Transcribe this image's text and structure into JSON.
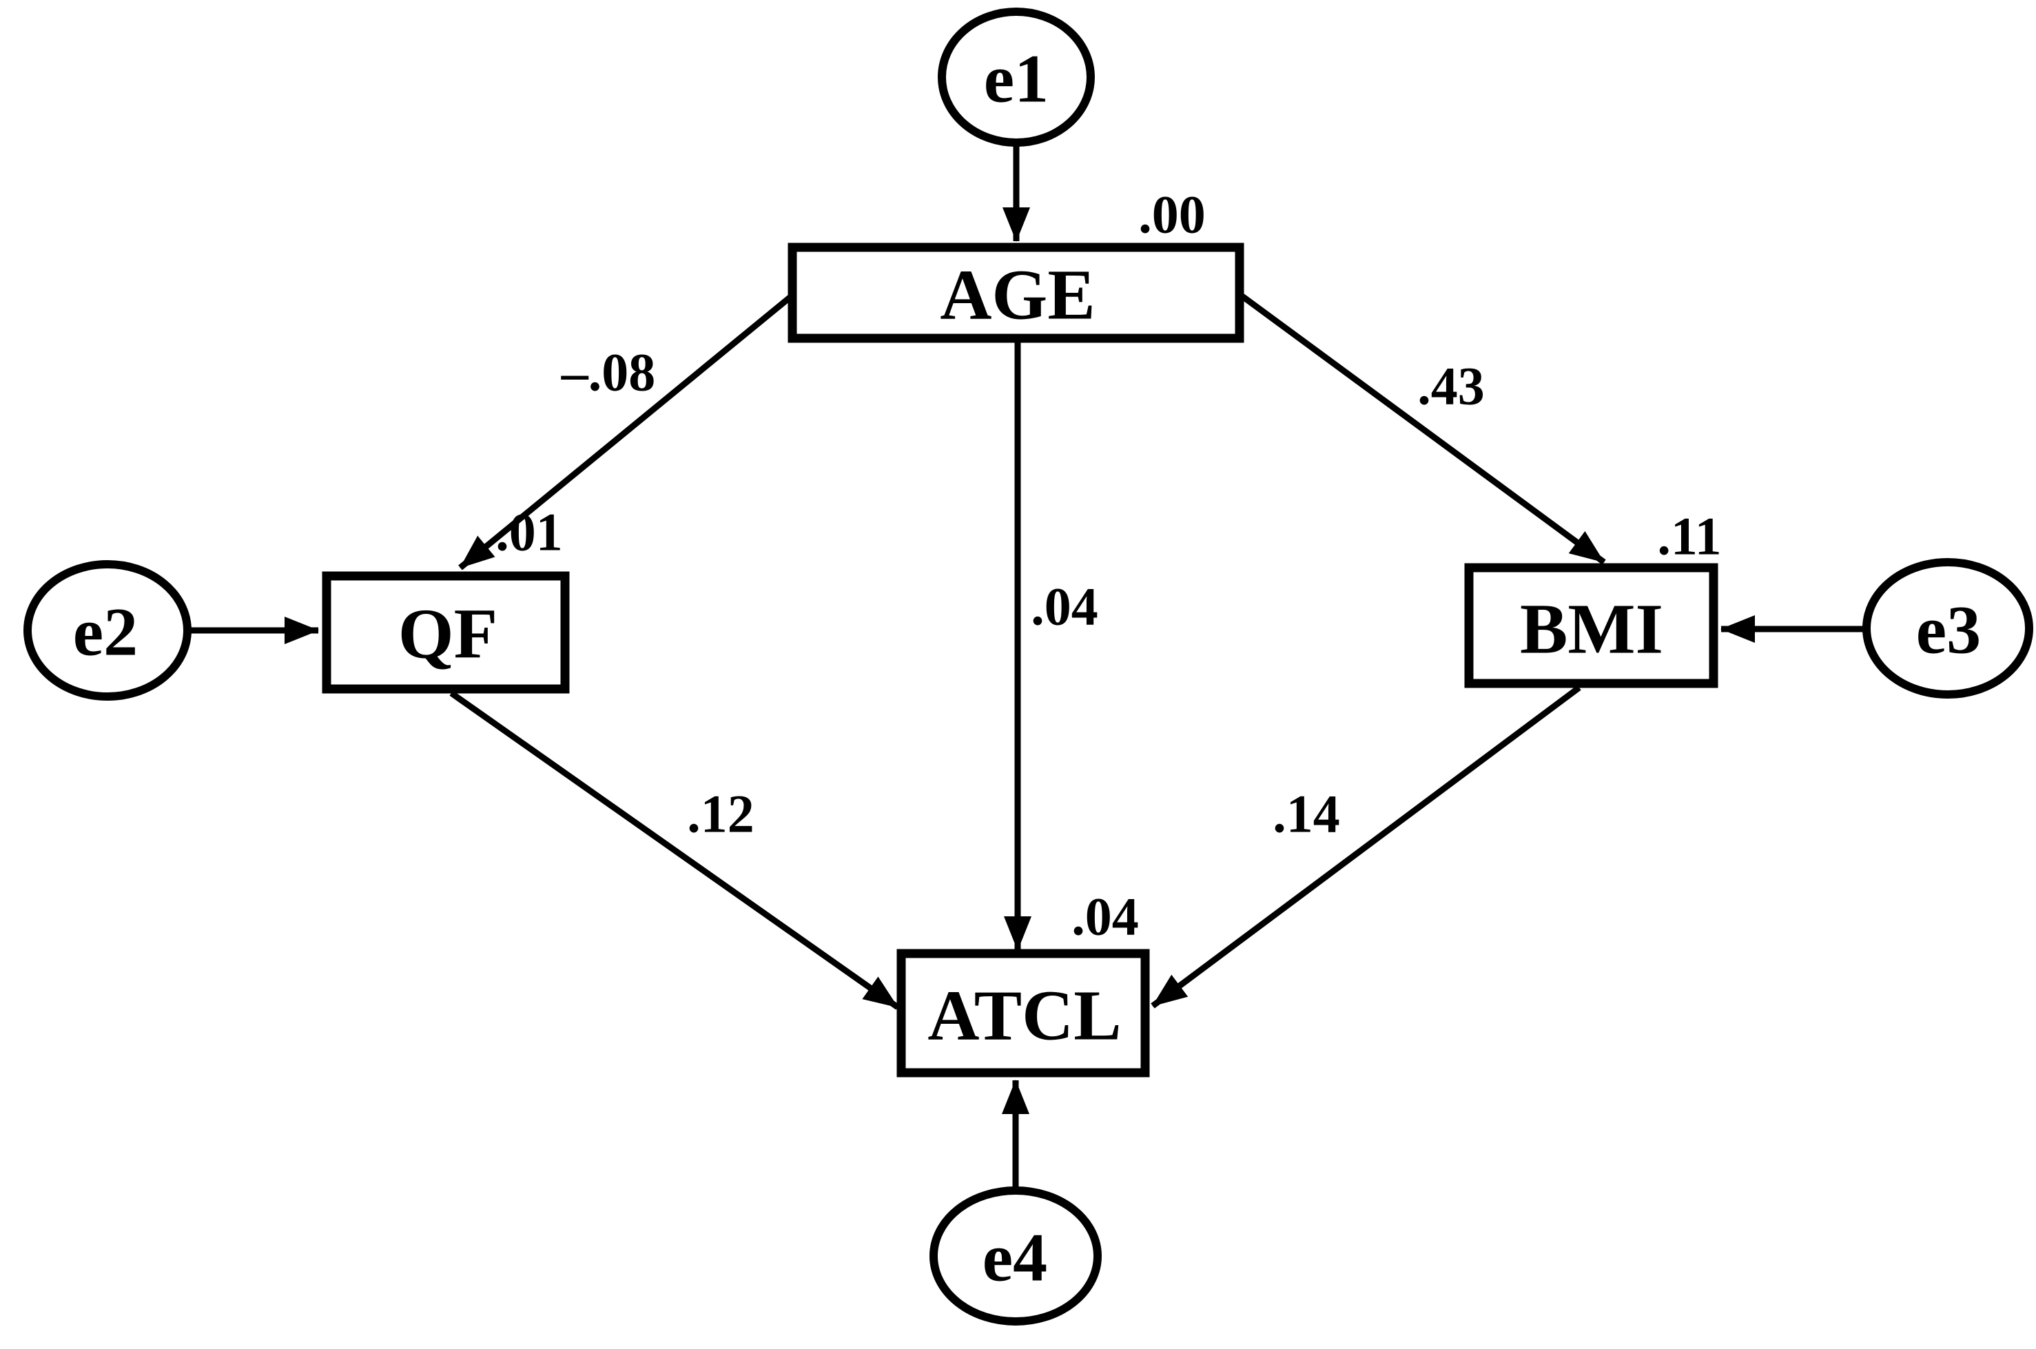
{
  "figure": {
    "kind": "sem-path-diagram",
    "background_color": "#ffffff",
    "ink_color": "#000000"
  },
  "nodes": {
    "e1": {
      "label": "e1",
      "shape": "ellipse"
    },
    "e2": {
      "label": "e2",
      "shape": "ellipse"
    },
    "e3": {
      "label": "e3",
      "shape": "ellipse"
    },
    "e4": {
      "label": "e4",
      "shape": "ellipse"
    },
    "age": {
      "label": "AGE",
      "shape": "rect",
      "variance": ".00"
    },
    "qf": {
      "label": "QF",
      "shape": "rect",
      "variance": ".01"
    },
    "bmi": {
      "label": "BMI",
      "shape": "rect",
      "variance": ".11"
    },
    "atcl": {
      "label": "ATCL",
      "shape": "rect",
      "variance": ".04"
    }
  },
  "edges": [
    {
      "from": "e1",
      "to": "AGE",
      "label": ""
    },
    {
      "from": "AGE",
      "to": "QF",
      "label": "–.08"
    },
    {
      "from": "AGE",
      "to": "BMI",
      "label": ".43"
    },
    {
      "from": "AGE",
      "to": "ATCL",
      "label": ".04"
    },
    {
      "from": "e2",
      "to": "QF",
      "label": ""
    },
    {
      "from": "e3",
      "to": "BMI",
      "label": ""
    },
    {
      "from": "QF",
      "to": "ATCL",
      "label": ".12"
    },
    {
      "from": "BMI",
      "to": "ATCL",
      "label": ".14"
    },
    {
      "from": "e4",
      "to": "ATCL",
      "label": ""
    }
  ]
}
